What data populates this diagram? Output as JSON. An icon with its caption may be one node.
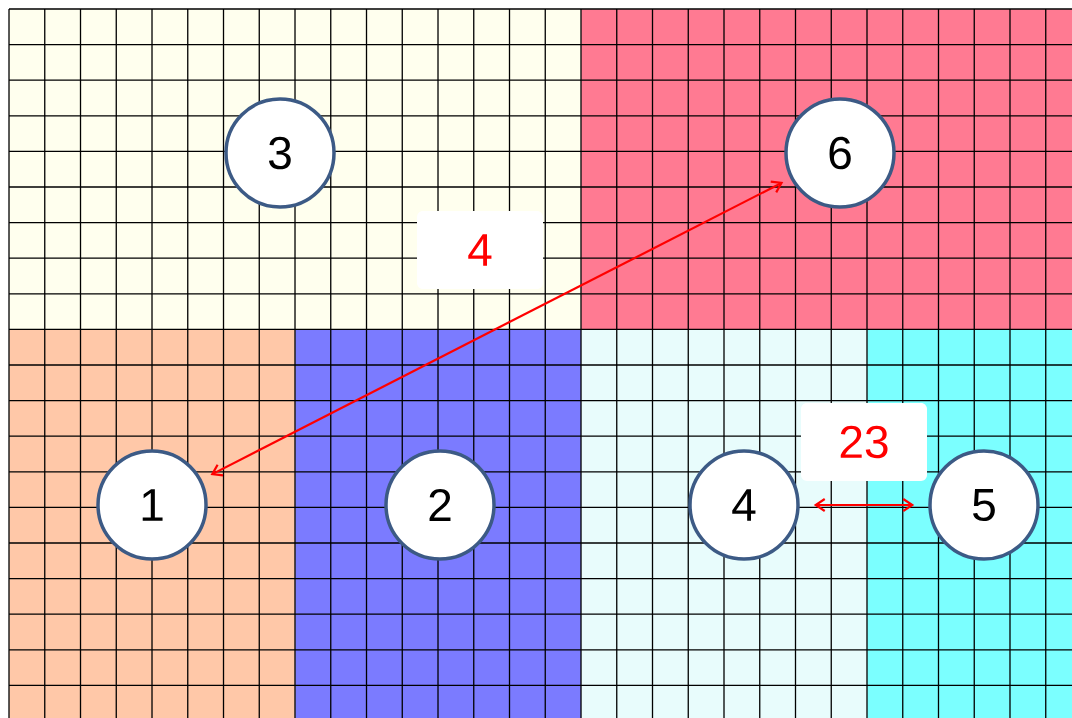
{
  "diagram": {
    "nodes": [
      {
        "text": [],
        "shape": "box"
      },
      {
        "text": [
          "3"
        ],
        "in": 0
      },
      {
        "text": [],
        "shape": "box"
      },
      {
        "text": [
          "6"
        ],
        "in": 2
      },
      {
        "text": [],
        "shape": "box"
      },
      {
        "text": [
          "1"
        ],
        "in": 4
      },
      {
        "text": [],
        "shape": "box"
      },
      {
        "text": [
          "2"
        ],
        "in": 6
      },
      {
        "text": [],
        "shape": "box"
      },
      {
        "text": [
          "4"
        ],
        "in": 8
      },
      {
        "text": [],
        "shape": "box"
      },
      {
        "text": [
          "5"
        ],
        "in": 10
      }
    ],
    "edges": [
      {
        "from": 5,
        "to": 3,
        "arrow": "both",
        "label": "4"
      },
      {
        "from": 9,
        "to": 11,
        "arrow": "both",
        "label": "23"
      }
    ]
  }
}
